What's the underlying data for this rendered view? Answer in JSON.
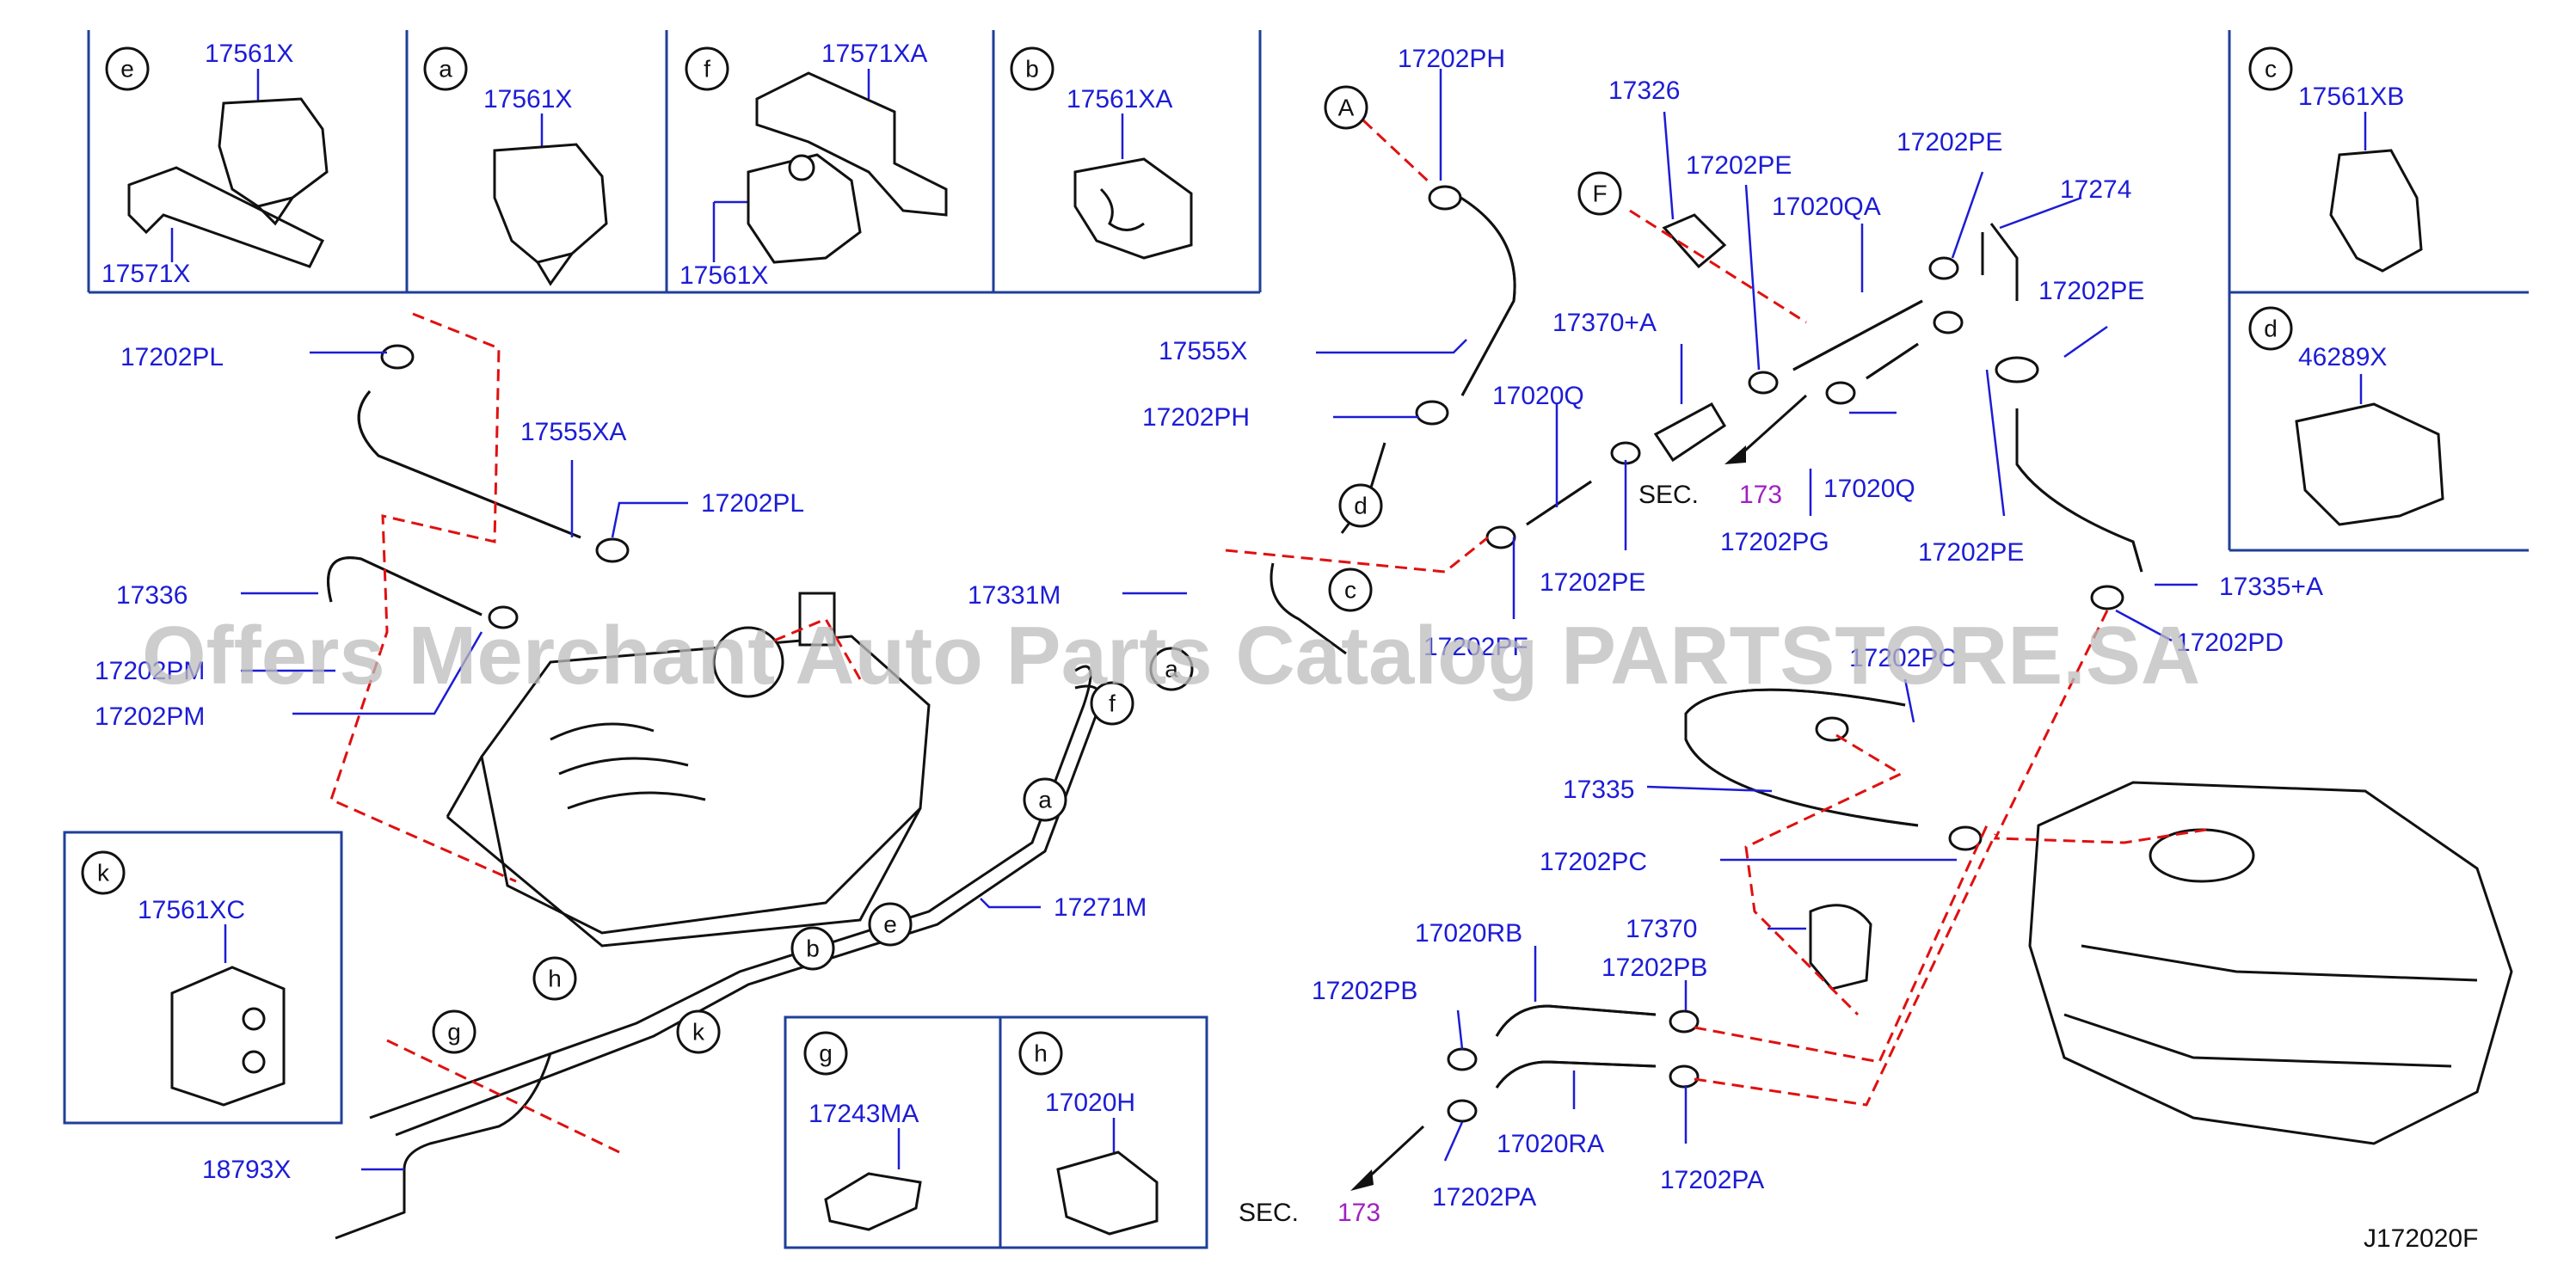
{
  "diagram_id": "J172020F",
  "watermark": "Offers Merchant Auto Parts Catalog PARTSTORE.SA",
  "section_ref": {
    "prefix": "SEC.",
    "number": "173"
  },
  "inset_boxes": {
    "e": {
      "letter": "e",
      "parts": [
        "17561X",
        "17571X"
      ]
    },
    "a": {
      "letter": "a",
      "parts": [
        "17561X"
      ]
    },
    "f": {
      "letter": "f",
      "parts": [
        "17571XA",
        "17561X"
      ]
    },
    "b": {
      "letter": "b",
      "parts": [
        "17561XA"
      ]
    },
    "c": {
      "letter": "c",
      "parts": [
        "17561XB"
      ]
    },
    "d": {
      "letter": "d",
      "parts": [
        "46289X"
      ]
    },
    "k": {
      "letter": "k",
      "parts": [
        "17561XC"
      ]
    },
    "g": {
      "letter": "g",
      "parts": [
        "17243MA"
      ]
    },
    "h": {
      "letter": "h",
      "parts": [
        "17020H"
      ]
    }
  },
  "ref_letters": {
    "A": "A",
    "F": "F",
    "d": "d",
    "c": "c",
    "a": "a",
    "f": "f",
    "e": "e",
    "b": "b",
    "k": "k",
    "h": "h",
    "g": "g"
  },
  "labels": {
    "p17202PH_top": "17202PH",
    "p17555X": "17555X",
    "p17202PH_mid": "17202PH",
    "p17326": "17326",
    "p17202PE_a": "17202PE",
    "p17020QA": "17020QA",
    "p17202PE_b": "17202PE",
    "p17274": "17274",
    "p17202PE_c": "17202PE",
    "p17370A": "17370+A",
    "p17020Q_a": "17020Q",
    "p17020Q_b": "17020Q",
    "p17202PG": "17202PG",
    "p17202PE_d": "17202PE",
    "p17202PE_e": "17202PE",
    "p17335A": "17335+A",
    "p17202PD": "17202PD",
    "p17202PL_a": "17202PL",
    "p17555XA": "17555XA",
    "p17202PL_b": "17202PL",
    "p17336": "17336",
    "p17202PM_a": "17202PM",
    "p17202PM_b": "17202PM",
    "p17331M": "17331M",
    "p17202PF": "17202PF",
    "p17202PC_a": "17202PC",
    "p17335": "17335",
    "p17202PC_b": "17202PC",
    "p17370": "17370",
    "p17271M": "17271M",
    "p17020RB": "17020RB",
    "p17202PB_a": "17202PB",
    "p17202PB_b": "17202PB",
    "p17020RA": "17020RA",
    "p17202PA_a": "17202PA",
    "p17202PA_b": "17202PA",
    "p18793X": "18793X"
  }
}
